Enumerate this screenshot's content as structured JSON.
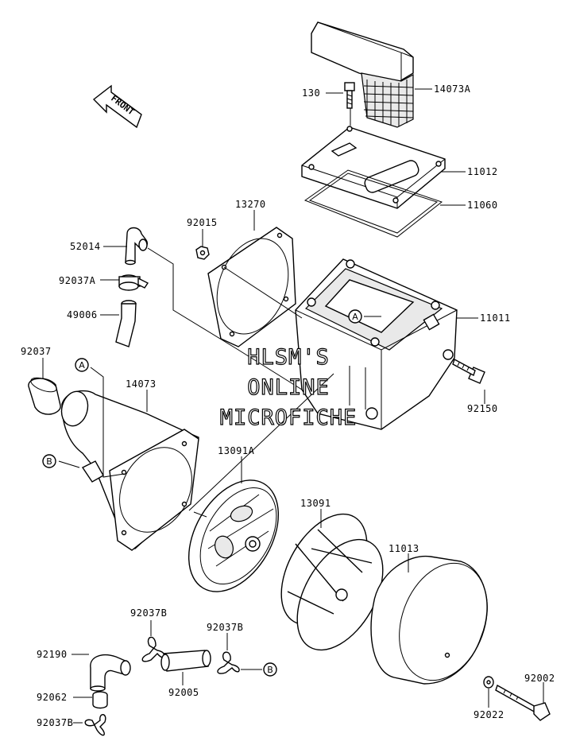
{
  "parts": {
    "p130": "130",
    "p14073A": "14073A",
    "p11012": "11012",
    "p11060": "11060",
    "p13270": "13270",
    "p92015": "92015",
    "p52014": "52014",
    "p92037A": "92037A",
    "p49006": "49006",
    "p11011": "11011",
    "p92037": "92037",
    "p14073": "14073",
    "p92150": "92150",
    "p13091A": "13091A",
    "p13091": "13091",
    "p11013": "11013",
    "p92037B_1": "92037B",
    "p92037B_2": "92037B",
    "p92190": "92190",
    "p92005": "92005",
    "p92062": "92062",
    "p92037B_3": "92037B",
    "p92022": "92022",
    "p92002": "92002"
  },
  "callouts": {
    "a1": "A",
    "a2": "A",
    "b1": "B",
    "b2": "B"
  },
  "front_label": "FRONT",
  "watermark": {
    "line1": "HLSM'S",
    "line2": "ONLINE",
    "line3": "MICROFICHE"
  }
}
